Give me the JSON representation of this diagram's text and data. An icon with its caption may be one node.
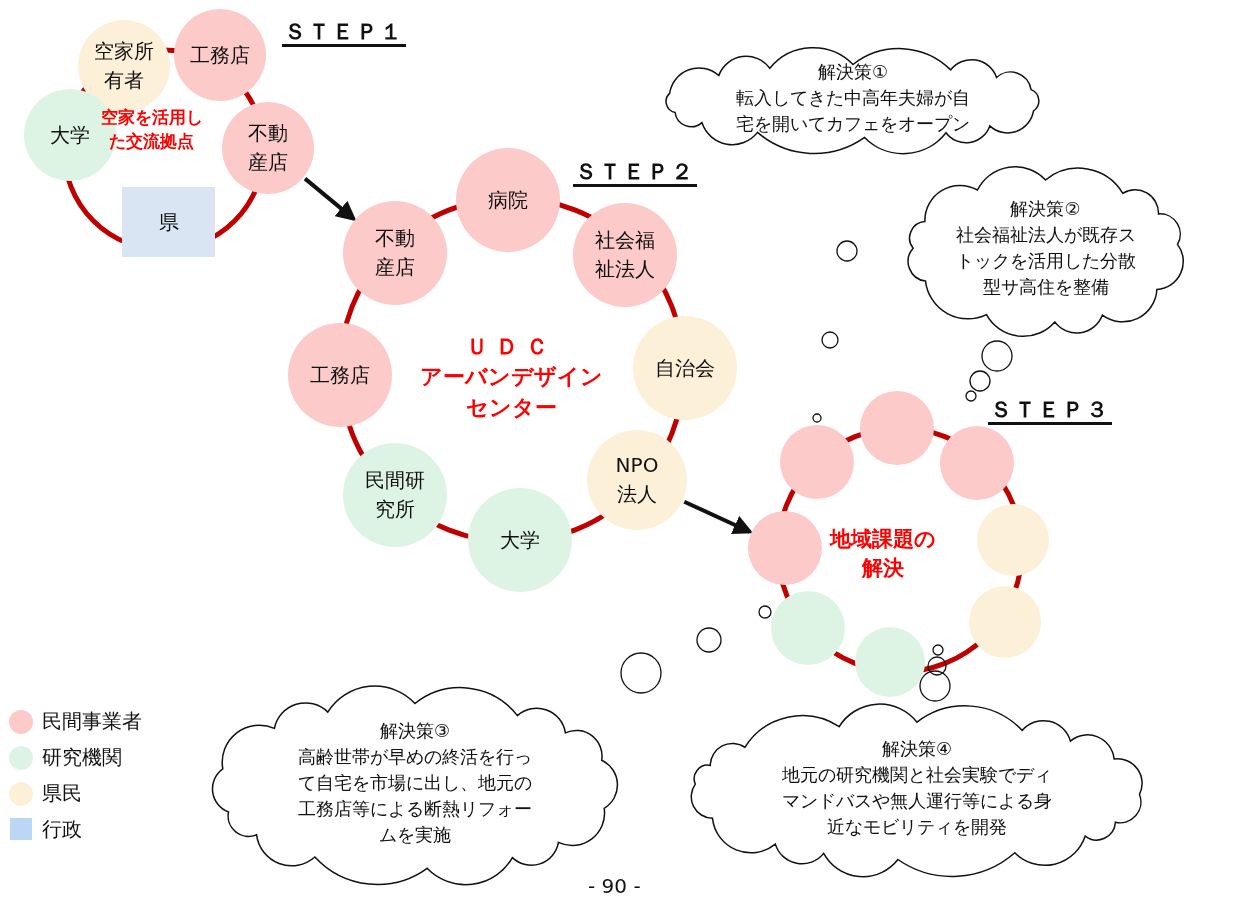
{
  "diagram": {
    "nodes": [
      {
        "text": [
          "空家所有者"
        ]
      },
      {
        "text": [
          "工務店"
        ]
      },
      {
        "text": [
          "大学"
        ]
      },
      {
        "text": [
          "不動産店"
        ]
      },
      {
        "text": [
          "県"
        ]
      },
      {
        "text": [
          "病院"
        ]
      },
      {
        "text": [
          "不動産店"
        ]
      },
      {
        "text": [
          "社会福祉法人"
        ]
      },
      {
        "text": [
          "工務店"
        ]
      },
      {
        "text": [
          "自治会"
        ]
      },
      {
        "text": [
          "民間研究所"
        ]
      },
      {
        "text": [
          "NPO法人"
        ]
      },
      {
        "text": [
          "大学"
        ]
      },
      {
        "text": [
          "解決策①",
          "転入してきた中高年夫婦が自宅を開いてカフェをオープン"
        ]
      },
      {
        "text": [
          "解決策②",
          "社会福祉法人が既存ストックを活用した分散型サ高住を整備"
        ]
      },
      {
        "text": [],
        "shape": "circle"
      },
      {
        "text": [],
        "shape": "circle"
      },
      {
        "text": [],
        "shape": "circle"
      },
      {
        "text": [],
        "shape": "circle"
      },
      {
        "text": [],
        "shape": "circle"
      },
      {
        "text": [],
        "shape": "circle"
      },
      {
        "text": [],
        "shape": "circle"
      },
      {
        "text": [],
        "shape": "circle"
      },
      {
        "text": [
          "解決策③",
          "高齢世帯が早めの終活を行って自宅を市場に出し、地元の工務店等による断熱リフォームを実施"
        ]
      },
      {
        "text": [
          "解決策④",
          "地元の研究機関と社会実験でディマンドバスや無人運行等による身近なモビリティを開発"
        ]
      }
    ],
    "edges": [
      {
        "from": 3,
        "to": 6,
        "arrow": "to"
      },
      {
        "from": 11,
        "to": 19,
        "arrow": "to"
      }
    ],
    "labels": [
      "ＳＴＥＰ１",
      "空家を活用した交流拠点",
      "ＳＴＥＰ２",
      "ＵＤＣ",
      "アーバンデザインセンター",
      "ＳＴＥＰ３",
      "地域課題の解決",
      "- 90 -"
    ],
    "legend": [
      {
        "text": "民間事業者",
        "color": "#fdcaca"
      },
      {
        "text": "研究機関",
        "color": "#ddf4e5"
      },
      {
        "text": "県民",
        "color": "#fdf0d9"
      },
      {
        "text": "行政",
        "color": "#bcd7f6"
      }
    ]
  }
}
